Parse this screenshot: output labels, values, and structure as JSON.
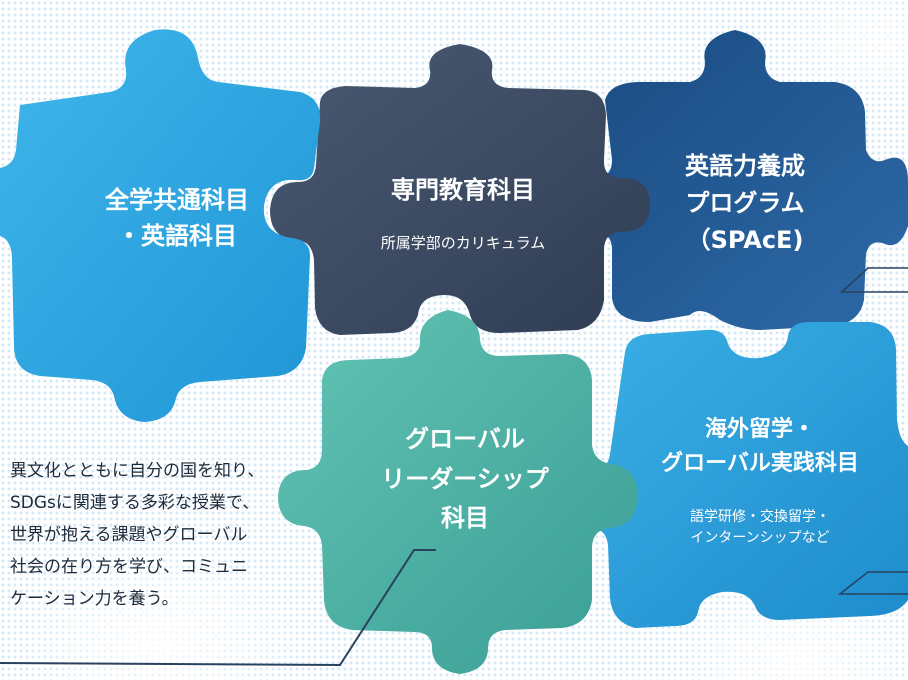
{
  "colors": {
    "piece_common": "#2ba2df",
    "piece_specialized": "#3b4b63",
    "piece_english": "#1c4f86",
    "piece_leadership": "#4fb4a6",
    "piece_abroad": "#2e9fd9",
    "connector_line": "#29425f",
    "text_dark": "#1e2a3a"
  },
  "pieces": {
    "common": {
      "line1": "全学共通科目",
      "line2": "・英語科目"
    },
    "specialized": {
      "title": "専門教育科目",
      "sub": "所属学部のカリキュラム"
    },
    "english": {
      "line1": "英語力養成",
      "line2": "プログラム",
      "line3": "（SPAcE)"
    },
    "leadership": {
      "line1": "グローバル",
      "line2": "リーダーシップ",
      "line3": "科目"
    },
    "abroad": {
      "line1": "海外留学・",
      "line2": "グローバル実践科目",
      "sub1": "語学研修・交換留学・",
      "sub2": "インターンシップなど"
    }
  },
  "description": {
    "lines": [
      "異文化とともに自分の国を知り、",
      "SDGsに関連する多彩な授業で、",
      "世界が抱える課題やグローバル",
      "社会の在り方を学び、コミュニ",
      "ケーション力を養う。"
    ]
  }
}
